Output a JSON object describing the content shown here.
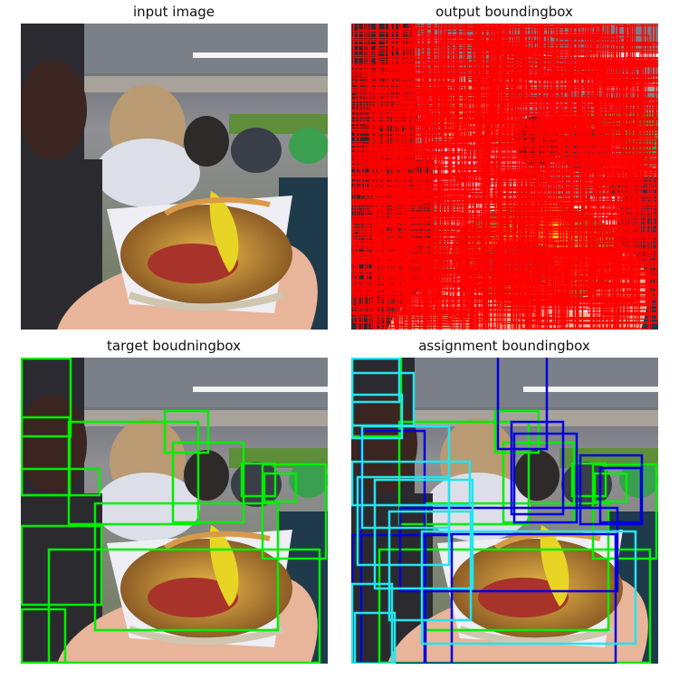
{
  "panels": [
    {
      "title": "input image",
      "content": "photo"
    },
    {
      "title": "output boundingbox",
      "content": "photo-with-dense-red-boxes",
      "box_color": "#ff0000"
    },
    {
      "title": "target boudningbox",
      "content": "photo-with-target-boxes",
      "box_color": "#00ee00"
    },
    {
      "title": "assignment boundingbox",
      "content": "photo-with-assignment-boxes",
      "box_colors": [
        "#00ee00",
        "#0000dd",
        "#22e5ee"
      ]
    }
  ],
  "colors": {
    "output_box": "#ff0000",
    "target_box": "#00ee00",
    "assign_green": "#00ee00",
    "assign_blue": "#0000dd",
    "assign_cyan": "#22e5ee"
  }
}
